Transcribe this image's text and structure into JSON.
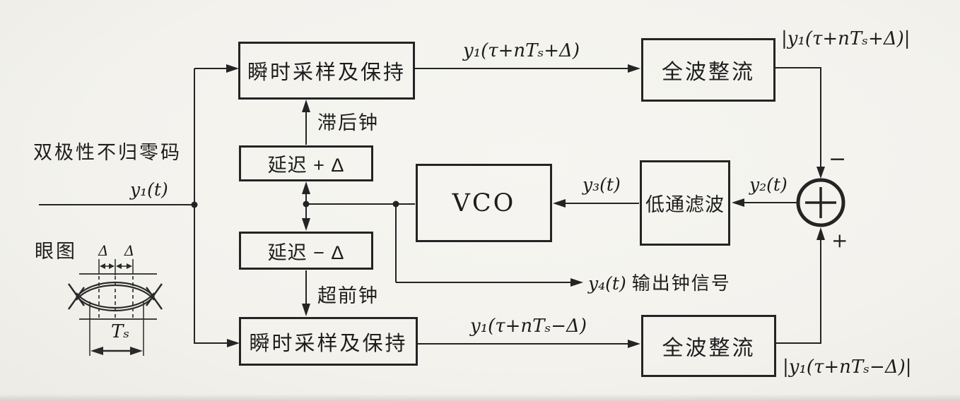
{
  "figure": {
    "kind": "early-late-gate clock synchronizer block diagram"
  },
  "colors": {
    "paper": "#f4f3ee",
    "ink": "#242424"
  },
  "blocks": {
    "sample_hold_top": "瞬时采样及保持",
    "rectifier_top": "全波整流",
    "delay_plus": "延迟 + Δ",
    "delay_minus": "延迟 − Δ",
    "vco": "VCO",
    "lpf": "低通滤波",
    "sample_hold_bottom": "瞬时采样及保持",
    "rectifier_bottom": "全波整流"
  },
  "labels": {
    "input_code": "双极性不归零码",
    "input_signal": "y₁(t)",
    "lag_clock": "滞后钟",
    "lead_clock": "超前钟",
    "sampled_late": "y₁(τ+nTₛ+Δ)",
    "rectified_late": "|y₁(τ+nTₛ+Δ)|",
    "sampled_early": "y₁(τ+nTₛ−Δ)",
    "rectified_early": "|y₁(τ+nTₛ−Δ)|",
    "y2": "y₂(t)",
    "y3": "y₃(t)",
    "clock_signal": "y₄(t)",
    "clock_text": "输出钟信号",
    "sum_minus": "−",
    "sum_plus": "+",
    "eye_title": "眼图",
    "eye_deltas": "Δ Δ",
    "eye_period": "Tₛ"
  }
}
